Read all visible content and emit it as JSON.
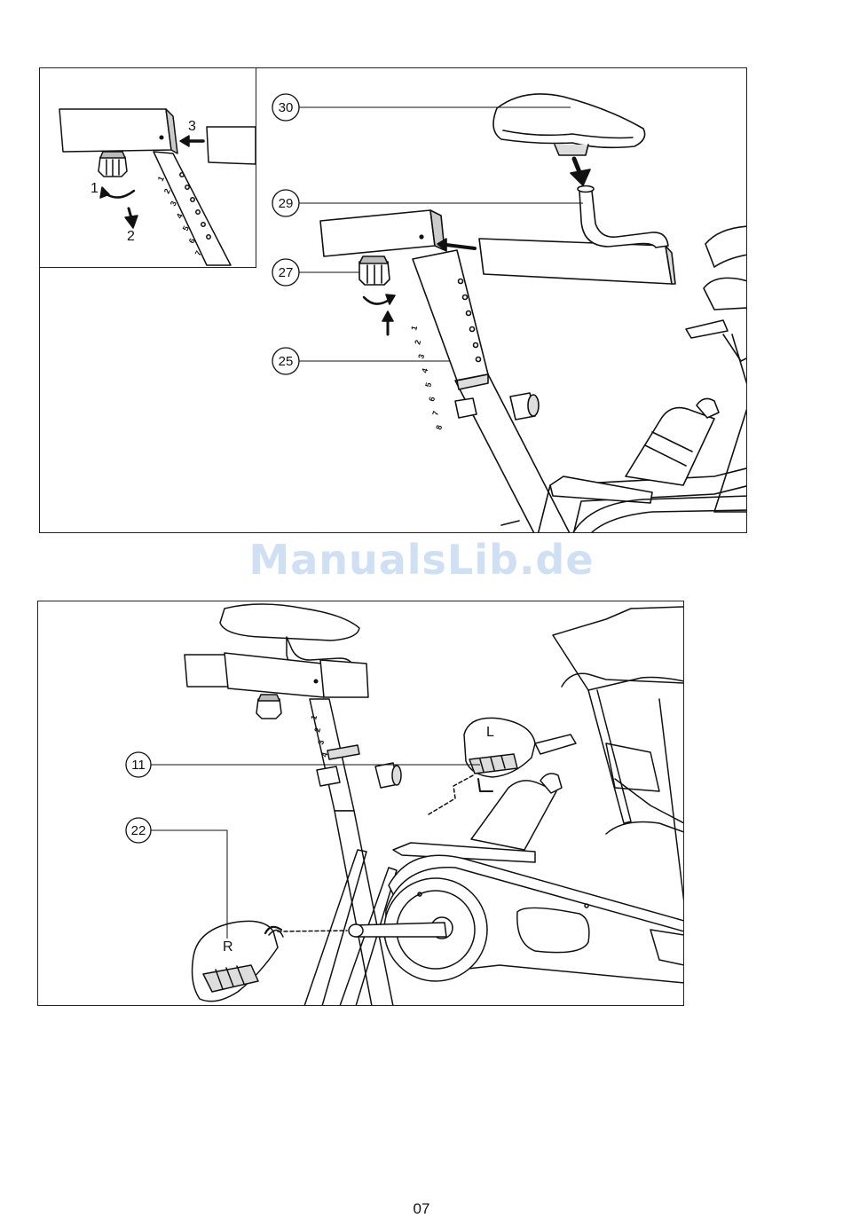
{
  "figure_top": {
    "callouts": [
      "30",
      "29",
      "27",
      "25"
    ],
    "inset_steps": [
      "1",
      "2",
      "3"
    ],
    "scale_marks": [
      "1",
      "2",
      "3",
      "4",
      "5",
      "6",
      "7",
      "8"
    ]
  },
  "figure_bottom": {
    "callouts": [
      "11",
      "22"
    ],
    "pedal_labels": {
      "left": "L",
      "right": "R"
    },
    "scale_marks": [
      "1",
      "2",
      "3",
      "4"
    ]
  },
  "watermark": "ManualsLib.de",
  "page_number": "07"
}
